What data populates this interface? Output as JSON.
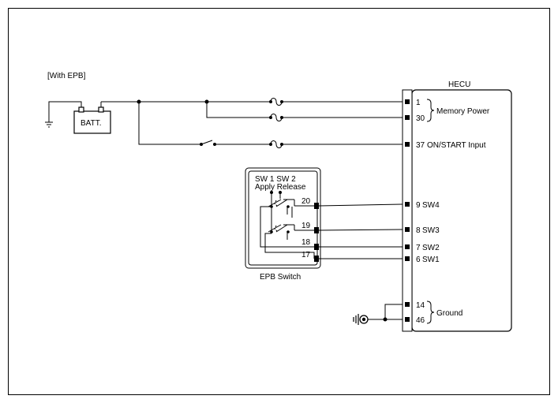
{
  "variant_label": "[With EPB]",
  "battery": {
    "label": "BATT."
  },
  "hecu": {
    "label": "HECU",
    "pins": [
      {
        "num": "1",
        "name": ""
      },
      {
        "num": "30",
        "name": ""
      },
      {
        "num": "37",
        "name": "ON/START Input"
      },
      {
        "num": "9",
        "name": "SW4"
      },
      {
        "num": "8",
        "name": "SW3"
      },
      {
        "num": "7",
        "name": "SW2"
      },
      {
        "num": "6",
        "name": "SW1"
      },
      {
        "num": "14",
        "name": ""
      },
      {
        "num": "46",
        "name": ""
      }
    ],
    "group_labels": {
      "memory_power": "Memory Power",
      "ground": "Ground"
    }
  },
  "epb_switch": {
    "label": "EPB Switch",
    "header_line1": "SW 1  SW 2",
    "header_line2": "Apply Release",
    "pins": [
      "20",
      "19",
      "18",
      "17"
    ]
  }
}
